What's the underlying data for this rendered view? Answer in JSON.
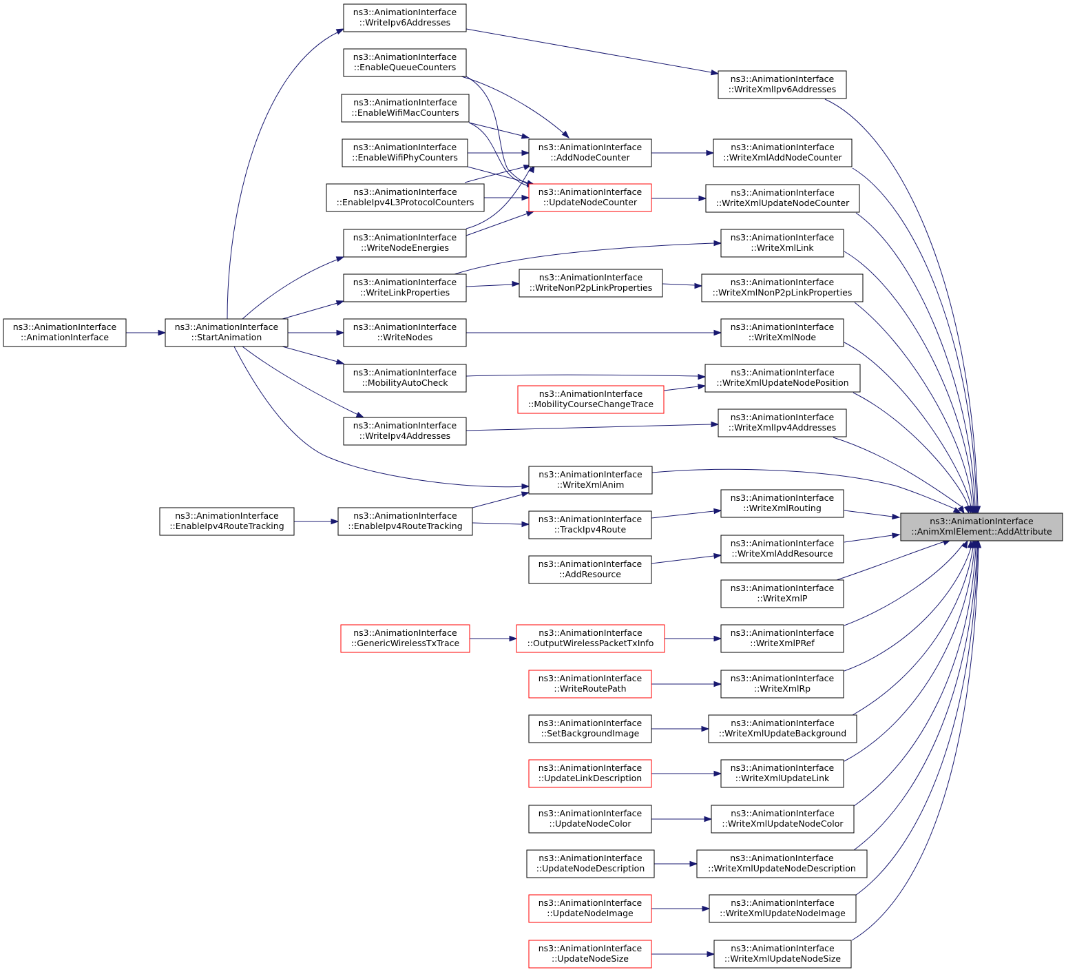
{
  "diagram": {
    "type": "call-graph",
    "colors": {
      "edge": "#191970",
      "normal_border": "#000000",
      "external_border": "#ff0000",
      "focus_fill": "#bfbfbf"
    },
    "nodes": [
      {
        "id": "n_addattr",
        "line1": "ns3::AnimationInterface",
        "line2": "::AnimXmlElement::AddAttribute",
        "style": "focus"
      },
      {
        "id": "n_wxipv6",
        "line1": "ns3::AnimationInterface",
        "line2": "::WriteXmlIpv6Addresses",
        "style": "normal"
      },
      {
        "id": "n_wxaddnc",
        "line1": "ns3::AnimationInterface",
        "line2": "::WriteXmlAddNodeCounter",
        "style": "normal"
      },
      {
        "id": "n_wxupdnc",
        "line1": "ns3::AnimationInterface",
        "line2": "::WriteXmlUpdateNodeCounter",
        "style": "normal"
      },
      {
        "id": "n_wxlink",
        "line1": "ns3::AnimationInterface",
        "line2": "::WriteXmlLink",
        "style": "normal"
      },
      {
        "id": "n_wxnonp2p",
        "line1": "ns3::AnimationInterface",
        "line2": "::WriteXmlNonP2pLinkProperties",
        "style": "normal"
      },
      {
        "id": "n_wxnode",
        "line1": "ns3::AnimationInterface",
        "line2": "::WriteXmlNode",
        "style": "normal"
      },
      {
        "id": "n_wxupdpos",
        "line1": "ns3::AnimationInterface",
        "line2": "::WriteXmlUpdateNodePosition",
        "style": "normal"
      },
      {
        "id": "n_wxipv4",
        "line1": "ns3::AnimationInterface",
        "line2": "::WriteXmlIpv4Addresses",
        "style": "normal"
      },
      {
        "id": "n_wxanim",
        "line1": "ns3::AnimationInterface",
        "line2": "::WriteXmlAnim",
        "style": "normal"
      },
      {
        "id": "n_wxrouting",
        "line1": "ns3::AnimationInterface",
        "line2": "::WriteXmlRouting",
        "style": "normal"
      },
      {
        "id": "n_wxaddres",
        "line1": "ns3::AnimationInterface",
        "line2": "::WriteXmlAddResource",
        "style": "normal"
      },
      {
        "id": "n_wxp",
        "line1": "ns3::AnimationInterface",
        "line2": "::WriteXmlP",
        "style": "normal"
      },
      {
        "id": "n_wxpref",
        "line1": "ns3::AnimationInterface",
        "line2": "::WriteXmlPRef",
        "style": "normal"
      },
      {
        "id": "n_wxrp",
        "line1": "ns3::AnimationInterface",
        "line2": "::WriteXmlRp",
        "style": "normal"
      },
      {
        "id": "n_wxupdbg",
        "line1": "ns3::AnimationInterface",
        "line2": "::WriteXmlUpdateBackground",
        "style": "normal"
      },
      {
        "id": "n_wxupdlink",
        "line1": "ns3::AnimationInterface",
        "line2": "::WriteXmlUpdateLink",
        "style": "normal"
      },
      {
        "id": "n_wxupdcolor",
        "line1": "ns3::AnimationInterface",
        "line2": "::WriteXmlUpdateNodeColor",
        "style": "normal"
      },
      {
        "id": "n_wxupddesc",
        "line1": "ns3::AnimationInterface",
        "line2": "::WriteXmlUpdateNodeDescription",
        "style": "normal"
      },
      {
        "id": "n_wxupdimg",
        "line1": "ns3::AnimationInterface",
        "line2": "::WriteXmlUpdateNodeImage",
        "style": "normal"
      },
      {
        "id": "n_wxupdsize",
        "line1": "ns3::AnimationInterface",
        "line2": "::WriteXmlUpdateNodeSize",
        "style": "normal"
      },
      {
        "id": "n_wipv6",
        "line1": "ns3::AnimationInterface",
        "line2": "::WriteIpv6Addresses",
        "style": "normal"
      },
      {
        "id": "n_enqueue",
        "line1": "ns3::AnimationInterface",
        "line2": "::EnableQueueCounters",
        "style": "normal"
      },
      {
        "id": "n_enwifimac",
        "line1": "ns3::AnimationInterface",
        "line2": "::EnableWifiMacCounters",
        "style": "normal"
      },
      {
        "id": "n_enwifiphy",
        "line1": "ns3::AnimationInterface",
        "line2": "::EnableWifiPhyCounters",
        "style": "normal"
      },
      {
        "id": "n_enipv4l3",
        "line1": "ns3::AnimationInterface",
        "line2": "::EnableIpv4L3ProtocolCounters",
        "style": "normal"
      },
      {
        "id": "n_wnodeen",
        "line1": "ns3::AnimationInterface",
        "line2": "::WriteNodeEnergies",
        "style": "normal"
      },
      {
        "id": "n_wlinkprop",
        "line1": "ns3::AnimationInterface",
        "line2": "::WriteLinkProperties",
        "style": "normal"
      },
      {
        "id": "n_wnodes",
        "line1": "ns3::AnimationInterface",
        "line2": "::WriteNodes",
        "style": "normal"
      },
      {
        "id": "n_mobauto",
        "line1": "ns3::AnimationInterface",
        "line2": "::MobilityAutoCheck",
        "style": "normal"
      },
      {
        "id": "n_wipv4",
        "line1": "ns3::AnimationInterface",
        "line2": "::WriteIpv4Addresses",
        "style": "normal"
      },
      {
        "id": "n_addnc",
        "line1": "ns3::AnimationInterface",
        "line2": "::AddNodeCounter",
        "style": "normal"
      },
      {
        "id": "n_updnc",
        "line1": "ns3::AnimationInterface",
        "line2": "::UpdateNodeCounter",
        "style": "external"
      },
      {
        "id": "n_wnonp2p",
        "line1": "ns3::AnimationInterface",
        "line2": "::WriteNonP2pLinkProperties",
        "style": "normal"
      },
      {
        "id": "n_mobcourse",
        "line1": "ns3::AnimationInterface",
        "line2": "::MobilityCourseChangeTrace",
        "style": "external"
      },
      {
        "id": "n_track",
        "line1": "ns3::AnimationInterface",
        "line2": "::TrackIpv4Route",
        "style": "normal"
      },
      {
        "id": "n_addres",
        "line1": "ns3::AnimationInterface",
        "line2": "::AddResource",
        "style": "normal"
      },
      {
        "id": "n_outwifi",
        "line1": "ns3::AnimationInterface",
        "line2": "::OutputWirelessPacketTxInfo",
        "style": "external"
      },
      {
        "id": "n_wroute",
        "line1": "ns3::AnimationInterface",
        "line2": "::WriteRoutePath",
        "style": "external"
      },
      {
        "id": "n_setbg",
        "line1": "ns3::AnimationInterface",
        "line2": "::SetBackgroundImage",
        "style": "normal"
      },
      {
        "id": "n_updlink",
        "line1": "ns3::AnimationInterface",
        "line2": "::UpdateLinkDescription",
        "style": "external"
      },
      {
        "id": "n_updcolor",
        "line1": "ns3::AnimationInterface",
        "line2": "::UpdateNodeColor",
        "style": "normal"
      },
      {
        "id": "n_upddesc",
        "line1": "ns3::AnimationInterface",
        "line2": "::UpdateNodeDescription",
        "style": "normal"
      },
      {
        "id": "n_updimg",
        "line1": "ns3::AnimationInterface",
        "line2": "::UpdateNodeImage",
        "style": "external"
      },
      {
        "id": "n_updsize",
        "line1": "ns3::AnimationInterface",
        "line2": "::UpdateNodeSize",
        "style": "external"
      },
      {
        "id": "n_start",
        "line1": "ns3::AnimationInterface",
        "line2": "::StartAnimation",
        "style": "normal"
      },
      {
        "id": "n_ctor",
        "line1": "ns3::AnimationInterface",
        "line2": "::AnimationInterface",
        "style": "normal"
      },
      {
        "id": "n_enroute",
        "line1": "ns3::AnimationInterface",
        "line2": "::EnableIpv4RouteTracking",
        "style": "normal"
      },
      {
        "id": "n_enroute2",
        "line1": "ns3::AnimationInterface",
        "line2": "::EnableIpv4RouteTracking",
        "style": "normal"
      },
      {
        "id": "n_genwifi",
        "line1": "ns3::AnimationInterface",
        "line2": "::GenericWirelessTxTrace",
        "style": "external"
      }
    ]
  }
}
